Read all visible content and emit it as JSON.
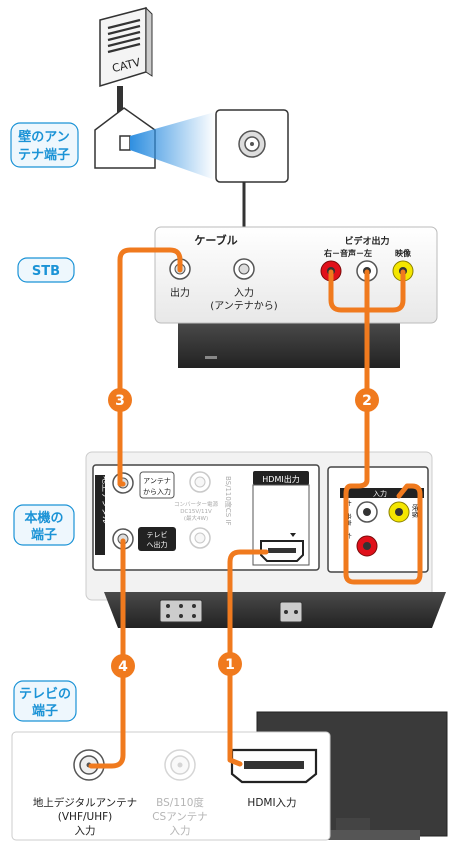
{
  "catv_label": "CATV",
  "side_labels": {
    "wall": [
      "壁のアン",
      "テナ端子"
    ],
    "stb": "STB",
    "unit": [
      "本機の",
      "端子"
    ],
    "tv": [
      "テレビの",
      "端子"
    ]
  },
  "stb": {
    "cable": "ケーブル",
    "output": "出力",
    "input": [
      "入力",
      "(アンテナから)"
    ],
    "video_out": "ビデオ出力",
    "audio": "右－音声－左",
    "video": "映像"
  },
  "unit": {
    "terrestrial": "地上デジタル",
    "antenna_in": [
      "アンテナ",
      "から入力"
    ],
    "tv_out": [
      "テレビ",
      "へ出力"
    ],
    "converter": [
      "コンバーター電源",
      "DC15V/11V",
      "(最大4W)"
    ],
    "bscs": "BS/110度CS IF",
    "hdmi_out": "HDMI出力",
    "av_in": "入力",
    "audio_l": "左－音声－右",
    "video": "映像"
  },
  "tv": {
    "terrestrial": [
      "地上デジタルアンテナ",
      "(VHF/UHF)",
      "入力"
    ],
    "bscs": [
      "BS/110度",
      "CSアンテナ",
      "入力"
    ],
    "hdmi": "HDMI入力"
  },
  "steps": [
    "1",
    "2",
    "3",
    "4"
  ],
  "colors": {
    "orange": "#f07a1e",
    "blue_label": "#1b93d6",
    "label_bg": "#eef7fd",
    "panel": "#f2f2f2",
    "red": "#e0101a",
    "yellow": "#f4e600"
  }
}
